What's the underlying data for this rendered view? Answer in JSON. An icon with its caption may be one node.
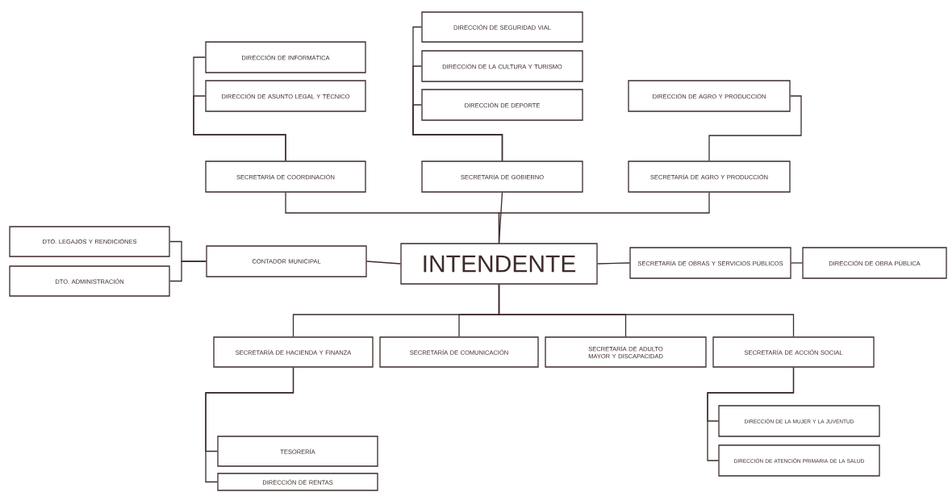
{
  "diagram": {
    "nodes": [
      {
        "text": [
          "INTENDENTE"
        ]
      },
      {
        "text": [
          "SECRETARÍA DE COORDINACIÓN"
        ]
      },
      {
        "text": [
          "DIRECCIÓN DE INFORMÁTICA"
        ]
      },
      {
        "text": [
          "DIRECCIÓN DE ASUNTO LEGAL Y TÉCNICO"
        ]
      },
      {
        "text": [
          "SECRETARÍA DE GOBIERNO"
        ]
      },
      {
        "text": [
          "DIRECCIÓN DE SEGURIDAD VIAL"
        ]
      },
      {
        "text": [
          "DIRECCIÓN DE LA CULTURA Y TURISMO"
        ]
      },
      {
        "text": [
          "DIRECCIÓN DE DEPORTE"
        ]
      },
      {
        "text": [
          "SECRETARÍA DE AGRO Y PRODUCCIÓN"
        ]
      },
      {
        "text": [
          "DIRECCIÓN DE AGRO Y PRODUCCIÓN"
        ]
      },
      {
        "text": [
          "CONTADOR MUNICIPAL"
        ]
      },
      {
        "text": [
          "DTO. LEGAJOS Y RENDICIONES"
        ]
      },
      {
        "text": [
          "DTO. ADMINISTRACIÓN"
        ]
      },
      {
        "text": [
          "SECRETARÍA DE OBRAS Y SERVICIOS PÚBLICOS"
        ]
      },
      {
        "text": [
          "DIRECCIÓN DE OBRA PÚBLICA"
        ]
      },
      {
        "text": [
          "SECRETARÍA DE HACIENDA Y FINANZA"
        ]
      },
      {
        "text": [
          "SECRETARÍA DE COMUNICACIÓN"
        ]
      },
      {
        "text": [
          "SECRETARÍA DE ADULTO MAYOR Y DISCAPACIDAD"
        ]
      },
      {
        "text": [
          "SECRETARÍA DE ACCIÓN SOCIAL"
        ]
      },
      {
        "text": [
          "TESORERÍA"
        ]
      },
      {
        "text": [
          "DIRECCIÓN DE RENTAS"
        ]
      },
      {
        "text": [
          "DIRECCIÓN DE LA MUJER Y LA JUVENTUD"
        ]
      },
      {
        "text": [
          "DIRECCIÓN DE ATENCIÓN PRIMARIA DE LA SALUD"
        ]
      }
    ],
    "edges": [
      {
        "from": 0,
        "to": 1,
        "arrow": "none"
      },
      {
        "from": 0,
        "to": 4,
        "arrow": "none"
      },
      {
        "from": 0,
        "to": 8,
        "arrow": "none"
      },
      {
        "from": 1,
        "to": 2,
        "arrow": "none"
      },
      {
        "from": 1,
        "to": 3,
        "arrow": "none"
      },
      {
        "from": 4,
        "to": 5,
        "arrow": "none"
      },
      {
        "from": 4,
        "to": 6,
        "arrow": "none"
      },
      {
        "from": 4,
        "to": 7,
        "arrow": "none"
      },
      {
        "from": 8,
        "to": 9,
        "arrow": "none"
      },
      {
        "from": 0,
        "to": 10,
        "arrow": "none"
      },
      {
        "from": 10,
        "to": 11,
        "arrow": "none"
      },
      {
        "from": 10,
        "to": 12,
        "arrow": "none"
      },
      {
        "from": 0,
        "to": 13,
        "arrow": "none"
      },
      {
        "from": 13,
        "to": 14,
        "arrow": "none"
      },
      {
        "from": 0,
        "to": 15,
        "arrow": "none"
      },
      {
        "from": 0,
        "to": 16,
        "arrow": "none"
      },
      {
        "from": 0,
        "to": 17,
        "arrow": "none"
      },
      {
        "from": 0,
        "to": 18,
        "arrow": "none"
      },
      {
        "from": 15,
        "to": 19,
        "arrow": "none"
      },
      {
        "from": 15,
        "to": 20,
        "arrow": "none"
      },
      {
        "from": 18,
        "to": 21,
        "arrow": "none"
      },
      {
        "from": 18,
        "to": 22,
        "arrow": "none"
      }
    ]
  }
}
